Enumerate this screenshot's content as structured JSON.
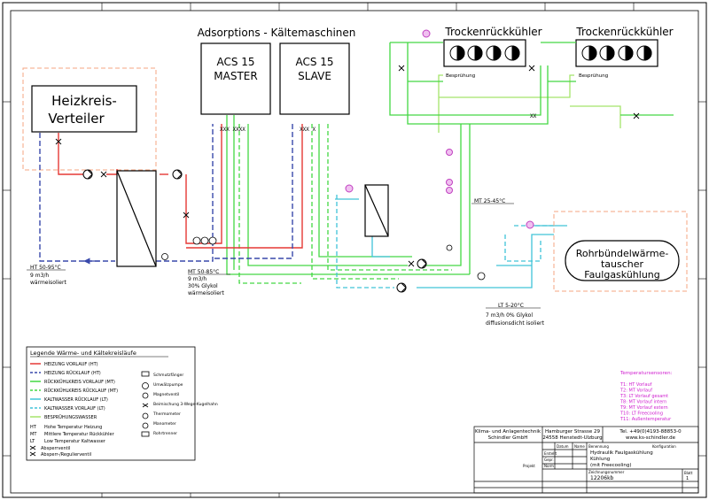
{
  "header": {
    "adsorption_title": "Adsorptions  -  Kältemaschinen",
    "cooler_left_title": "Trockenrückkühler",
    "cooler_right_title": "Trockenrückkühler",
    "spray_left": "Besprühung",
    "spray_right": "Besprühung"
  },
  "machines": {
    "master_line1": "ACS 15",
    "master_line2": "MASTER",
    "slave_line1": "ACS 15",
    "slave_line2": "SLAVE"
  },
  "heat_distributor": {
    "line1": "Heizkreis-",
    "line2": "Verteiler"
  },
  "exchanger": {
    "line1": "Rohrbündelwärme-",
    "line2": "tauscher",
    "line3": "Faulgaskühlung"
  },
  "annotations": {
    "ht_temp": "HT 50-95°C",
    "ht_flow": "9 m3/h",
    "ht_insul": "wärmeisoliert",
    "mt_left_temp": "MT 50-85°C",
    "mt_left_flow": "9 m3/h",
    "mt_left_glycol": "30% Glykol",
    "mt_left_insul": "wärmeisoliert",
    "mt_right_temp": "MT 25-45°C",
    "lt_temp": "LT 5-20°C",
    "lt_flow": "7 m3/h 0% Glykol",
    "lt_insul": "diffusionsdicht isoliert"
  },
  "legend": {
    "title": "Legende Wärme- und Kältekreisläufe",
    "lines": [
      {
        "label": "HEIZUNG VORLAUF (HT)",
        "color": "#e53935",
        "dash": false
      },
      {
        "label": "HEIZUNG RÜCKLAUF (HT)",
        "color": "#3949ab",
        "dash": true
      },
      {
        "label": "RÜCKKÜHLKREIS VORLAUF (MT)",
        "color": "#43d843",
        "dash": false
      },
      {
        "label": "RÜCKKÜHLKREIS RÜCKLAUF (MT)",
        "color": "#43d843",
        "dash": true
      },
      {
        "label": "KALTWASSER RÜCKLAUF (LT)",
        "color": "#40c4d8",
        "dash": false
      },
      {
        "label": "KALTWASSER VORLAUF (LT)",
        "color": "#40c4d8",
        "dash": true
      },
      {
        "label": "BESPRÜHUNGSWASSER",
        "color": "#a5e46a",
        "dash": false
      }
    ],
    "abbrev": [
      {
        "code": "HT",
        "text": "Hohe Temperatur Heizung"
      },
      {
        "code": "MT",
        "text": "Mittlere Temperatur Rückkühler"
      },
      {
        "code": "LT",
        "text": "Low Temperatur Kaltwasser"
      }
    ],
    "sym_left": [
      "Absperrventil",
      "Absperr-/Regulierventil"
    ],
    "sym_right": [
      "Schmutzfänger",
      "Umwälzpumpe",
      "Magnetventil",
      "Beimischung 3-Wege-Kugelhahn",
      "Thermometer",
      "Manometer",
      "Rohrtrenner"
    ]
  },
  "sensors": {
    "title": "Temperatursensoren:",
    "items": [
      "T1: HT Vorlauf",
      "T2: MT Vorlauf",
      "T3: LT Vorlauf gesamt",
      "T8: MT Vorlauf intern",
      "T9: MT Vorlauf extern",
      "T10: LT Freecooling",
      "T11: Außentemperatur"
    ]
  },
  "title_block": {
    "company_line1": "Klima- und Anlagentechnik",
    "company_line2": "Schindler GmbH",
    "address_line1": "Hamburger Strasse 29",
    "address_line2": "24558 Henstedt-Ulzburg",
    "phone": "Tel. +49(0)4193-88853-0",
    "web": "www.ks-schindler.de",
    "benennung_label": "Benennung",
    "title1": "Hydraulik Faulgaskühlung",
    "title2": "Kühlung",
    "title3": "(mit Freecooling)",
    "drawing_no_label": "Zeichnungsnummer",
    "drawing_no": "12206kb",
    "sheet_label": "Blatt",
    "sheet": "1",
    "gepr": "Gepr.",
    "norm": "Norm",
    "erst": "Erstellt",
    "projekt": "Projekt",
    "datum": "Datum",
    "name": "Name",
    "konfig": "Konfiguration"
  }
}
